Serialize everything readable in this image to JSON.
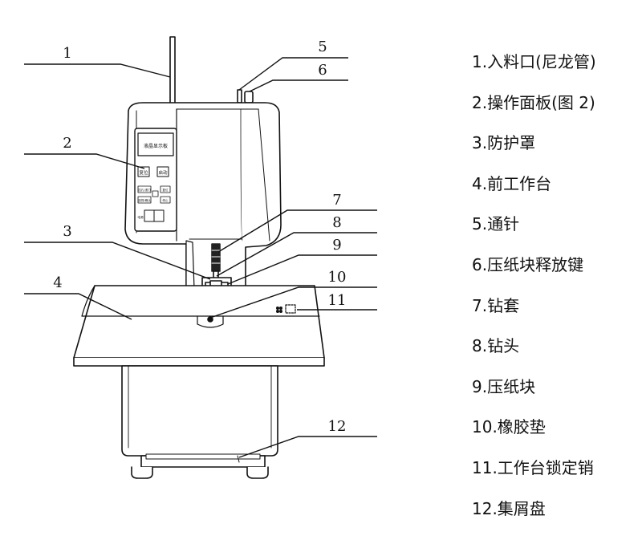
{
  "panel": {
    "display_label": "液晶显示板",
    "btn_reset": "复位",
    "btn_start": "启动",
    "btn_row2_left": "拉孔/退刀",
    "btn_row2_right": "复位",
    "btn_row3_left": "选择/确认",
    "btn_row3_right": "停止",
    "switch_label": "电源"
  },
  "callouts": [
    "1",
    "2",
    "3",
    "4",
    "5",
    "6",
    "7",
    "8",
    "9",
    "10",
    "11",
    "12"
  ],
  "legend": [
    "1.入料口(尼龙管)",
    "2.操作面板(图 2)",
    "3.防护罩",
    "4.前工作台",
    "5.通针",
    "6.压纸块释放键",
    "7.钻套",
    "8.钻头",
    "9.压纸块",
    "10.橡胶垫",
    "11.工作台锁定销",
    "12.集屑盘"
  ]
}
